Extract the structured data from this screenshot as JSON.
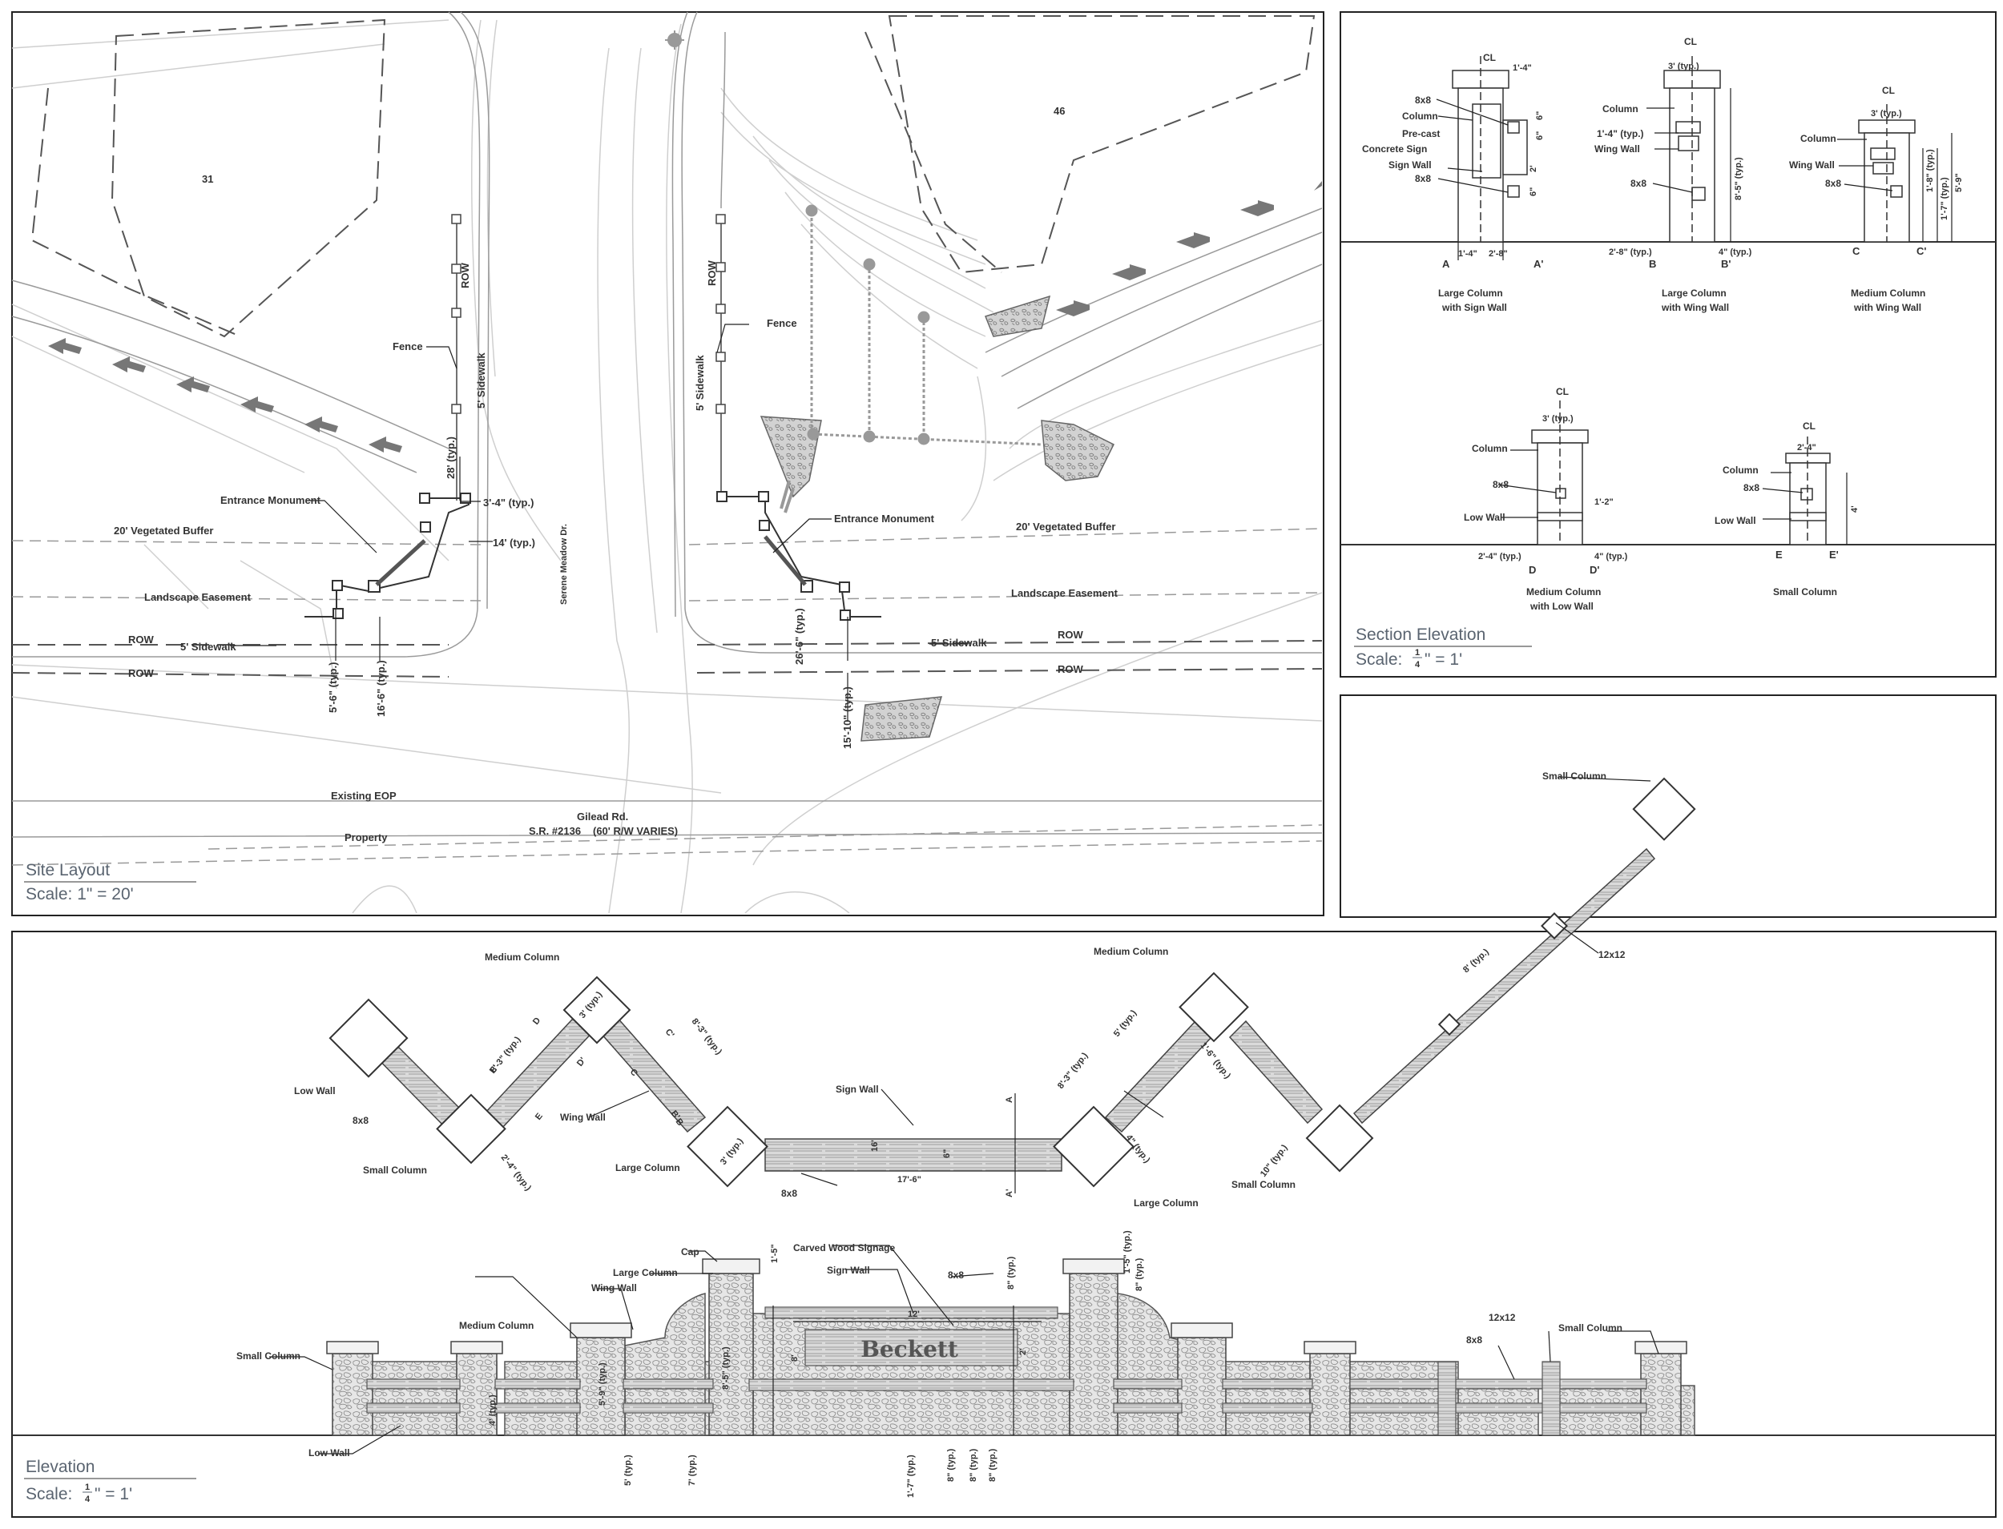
{
  "site_layout": {
    "title": "Site Layout",
    "scale": "Scale: 1\" = 20'",
    "lots": {
      "left": "31",
      "right": "46"
    },
    "labels": {
      "row_left_vertical": "ROW",
      "row_right_vertical": "ROW",
      "fence_left": "Fence",
      "fence_right": "Fence",
      "sidewalk_left_vertical": "5' Sidewalk",
      "sidewalk_right_vertical": "5' Sidewalk",
      "entrance_monument_left": "Entrance Monument",
      "entrance_monument_right": "Entrance Monument",
      "buffer_left": "20' Vegetated Buffer",
      "buffer_right": "20' Vegetated Buffer",
      "easement_left": "Landscape Easement",
      "easement_right": "Landscape Easement",
      "row_left_1": "ROW",
      "row_left_2": "ROW",
      "row_right_1": "ROW",
      "row_right_2": "ROW",
      "sidewalk_left": "5' Sidewalk",
      "sidewalk_right": "5' Sidewalk",
      "street": "Serene Meadow Dr.",
      "existing_eop": "Existing EOP",
      "property": "Property",
      "road_name": "Gilead Rd.",
      "road_sr": "S.R. #2136",
      "road_rw": "(60' R/W VARIES)"
    },
    "dims": {
      "d_28": "28' (typ.)",
      "d_3_4": "3'-4\" (typ.)",
      "d_14": "14' (typ.)",
      "d_5_6": "5'-6\" (typ.)",
      "d_16_6": "16'-6\" (typ.)",
      "d_26_6": "26'-6\" (typ.)",
      "d_15_10": "15'-10\" (typ.)"
    }
  },
  "section_elevation": {
    "title": "Section Elevation",
    "scale_prefix": "Scale: ",
    "scale_num": "1",
    "scale_den": "4",
    "scale_suffix": "\" = 1'",
    "cl": "CL",
    "large_sign": {
      "caption1": "Large Column",
      "caption2": "with Sign Wall",
      "lbl_8x8": "8x8",
      "lbl_column": "Column",
      "lbl_precast": "Pre-cast",
      "lbl_concrete": "Concrete Sign",
      "lbl_signwall": "Sign Wall",
      "lbl_8x8b": "8x8",
      "d_1_4": "1'-4\"",
      "d_6a": "6\"",
      "d_6b": "6\"",
      "d_2": "2'",
      "d_6c": "6\"",
      "d_1_4b": "1'-4\"",
      "d_2_8": "2'-8\"",
      "sec_a": "A",
      "sec_a2": "A'"
    },
    "large_wing": {
      "caption1": "Large Column",
      "caption2": "with Wing Wall",
      "d_3": "3' (typ.)",
      "lbl_column": "Column",
      "d_1_4": "1'-4\" (typ.)",
      "lbl_wing": "Wing Wall",
      "lbl_8x8": "8x8",
      "d_8_5": "8'-5\" (typ.)",
      "d_2_8": "2'-8\" (typ.)",
      "d_4": "4\" (typ.)",
      "sec_b": "B",
      "sec_b2": "B'"
    },
    "medium_wing": {
      "caption1": "Medium Column",
      "caption2": "with Wing Wall",
      "d_3": "3' (typ.)",
      "lbl_column": "Column",
      "lbl_wing": "Wing Wall",
      "lbl_8x8": "8x8",
      "d_1_8": "1'-8\" (typ.)",
      "d_1_7": "1'-7\" (typ.)",
      "d_5_9": "5'-9\"",
      "sec_c": "C",
      "sec_c2": "C'"
    },
    "medium_low": {
      "caption1": "Medium Column",
      "caption2": "with Low Wall",
      "d_3": "3' (typ.)",
      "lbl_column": "Column",
      "lbl_8x8": "8x8",
      "lbl_low": "Low Wall",
      "d_1_2": "1'-2\"",
      "d_2_4": "2'-4\" (typ.)",
      "d_4": "4\" (typ.)",
      "sec_d": "D",
      "sec_d2": "D'"
    },
    "small": {
      "caption": "Small Column",
      "d_2_4": "2'-4\"",
      "lbl_column": "Column",
      "lbl_8x8": "8x8",
      "lbl_low": "Low Wall",
      "d_4": "4'",
      "sec_e": "E",
      "sec_e2": "E'"
    }
  },
  "plan": {
    "medium_column_l": "Medium Column",
    "medium_column_r": "Medium Column",
    "low_wall": "Low Wall",
    "lbl_8x8": "8x8",
    "small_column_l": "Small Column",
    "wing_wall": "Wing Wall",
    "large_column_l": "Large Column",
    "sign_wall": "Sign Wall",
    "lbl_8x8_sign": "8x8",
    "large_column_r": "Large Column",
    "small_column_r": "Small Column",
    "small_column_top": "Small Column",
    "lbl_12x12": "12x12",
    "d_8_3a": "8'-3\" (typ.)",
    "d_3a": "3' (typ.)",
    "d_8_3b": "8'-3\" (typ.)",
    "d_2_4": "2'-4\" (typ.)",
    "d_3b": "3' (typ.)",
    "d_16": "16'",
    "d_6": "6\"",
    "d_17_6": "17'-6\"",
    "d_8_3c": "8'-3\" (typ.)",
    "d_5": "5' (typ.)",
    "d_1_6": "1'-6\" (typ.)",
    "d_4": "4\" (typ.)",
    "d_10": "10\" (typ.)",
    "d_8": "8' (typ.)",
    "sec": {
      "a": "A",
      "a2": "A'",
      "b": "B",
      "b2": "B'",
      "c": "C",
      "c2": "C'",
      "d": "D",
      "d2": "D'",
      "e": "E",
      "e2": "E'"
    }
  },
  "elevation": {
    "title": "Elevation",
    "scale_prefix": "Scale: ",
    "scale_num": "1",
    "scale_den": "4",
    "scale_suffix": "\" = 1'",
    "cap": "Cap",
    "carved": "Carved Wood Signage",
    "large_column": "Large Column",
    "sign_wall": "Sign Wall",
    "wing_wall": "Wing Wall",
    "lbl_8x8": "8x8",
    "medium_column": "Medium Column",
    "small_column_l": "Small Column",
    "low_wall": "Low Wall",
    "lbl_12x12": "12x12",
    "lbl_8x8_r": "8x8",
    "small_column_r": "Small Column",
    "sign_text": "Beckett",
    "d_12": "12'",
    "d_8": "8'",
    "d_2": "2'",
    "d_4": "4' (typ.)",
    "d_5_9": "5'-9\" (typ.)",
    "d_8_5": "8'-5\" (typ.)",
    "d_1_5": "1'-5\"",
    "d_5_typ": "5' (typ.)",
    "d_7_typ": "7' (typ.)",
    "d_1_7": "1'-7\" (typ.)",
    "d_8a": "8\" (typ.)",
    "d_8b": "8\" (typ.)",
    "d_8c": "8\" (typ.)",
    "d_8d": "8\" (typ.)",
    "d_1_5b": "1'-5\" (typ.)",
    "d_8e": "8\" (typ.)"
  }
}
